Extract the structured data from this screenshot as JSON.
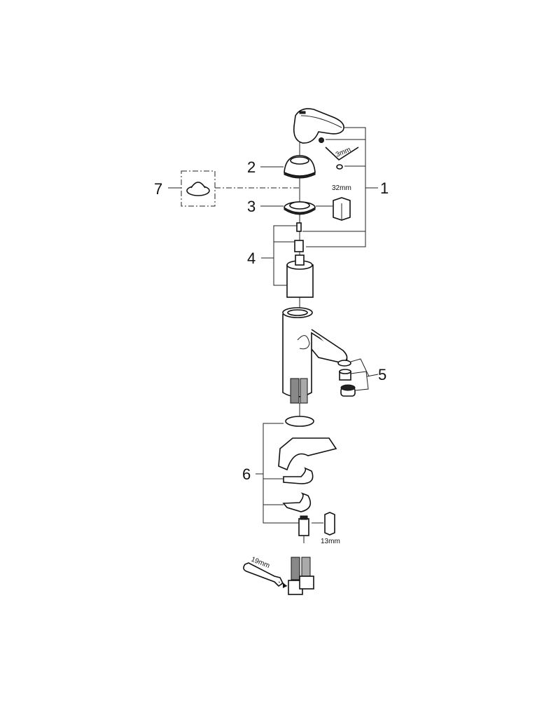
{
  "diagram": {
    "callouts": [
      "1",
      "2",
      "3",
      "4",
      "5",
      "6",
      "7"
    ],
    "tool_sizes": {
      "allen_key": "3mm",
      "hex_socket_large": "32mm",
      "hex_socket_small": "13mm",
      "wrench": "19mm"
    }
  }
}
